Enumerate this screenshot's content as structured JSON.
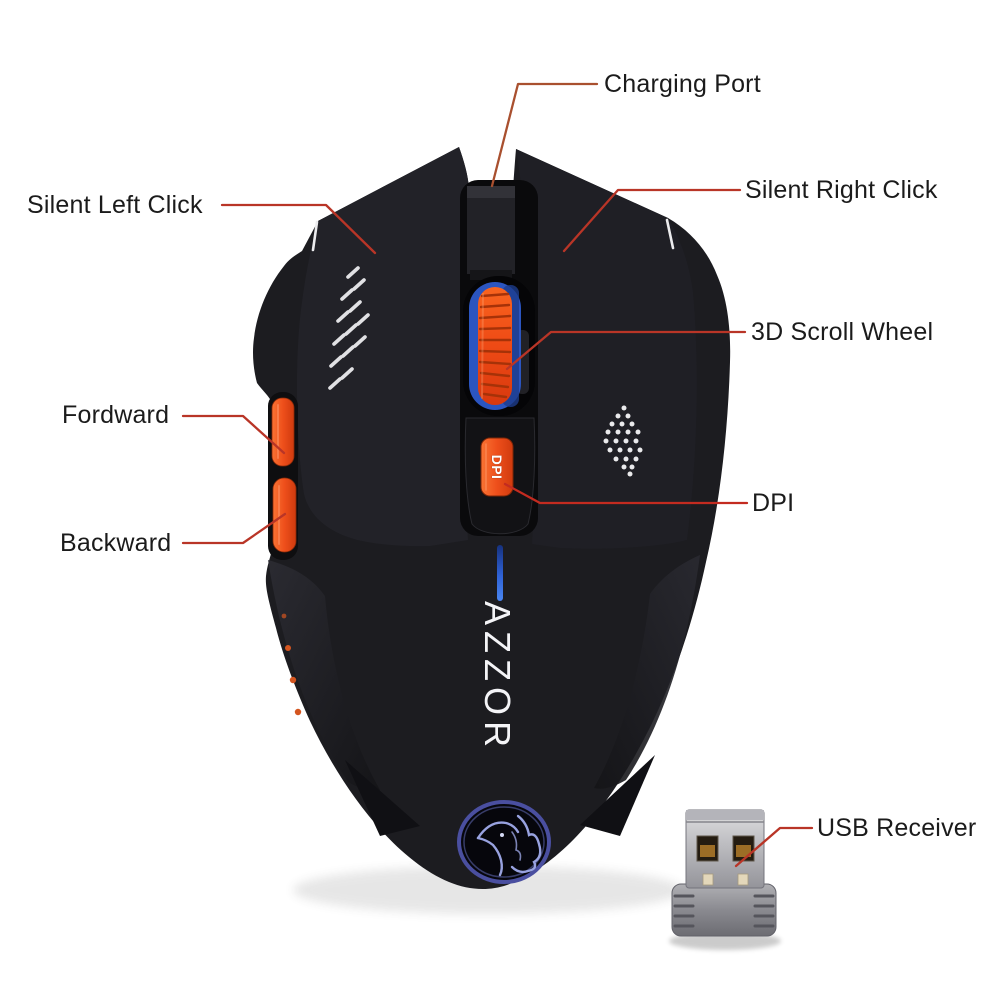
{
  "product": {
    "brand_logo_text": "AZZOR",
    "dpi_button_text": "DPI"
  },
  "labels": {
    "charging_port": "Charging Port",
    "silent_left_click": "Silent Left Click",
    "silent_right_click": "Silent Right Click",
    "scroll_wheel": "3D Scroll Wheel",
    "forward": "Fordward",
    "backward": "Backward",
    "dpi": "DPI",
    "usb_receiver": "USB Receiver"
  },
  "colors": {
    "background": "#ffffff",
    "label_text": "#1b1b1b",
    "leader_line_red": "#b93527",
    "mouse_body_black": "#1c1c20",
    "accent_orange": "#ee4f1b",
    "wheel_rim_blue": "#2b55c0",
    "glow_stripe_blue": "#3a77e8",
    "logo_ring_blue": "#4a4fa0",
    "usb_metal_silver": "#c9c9c9"
  }
}
